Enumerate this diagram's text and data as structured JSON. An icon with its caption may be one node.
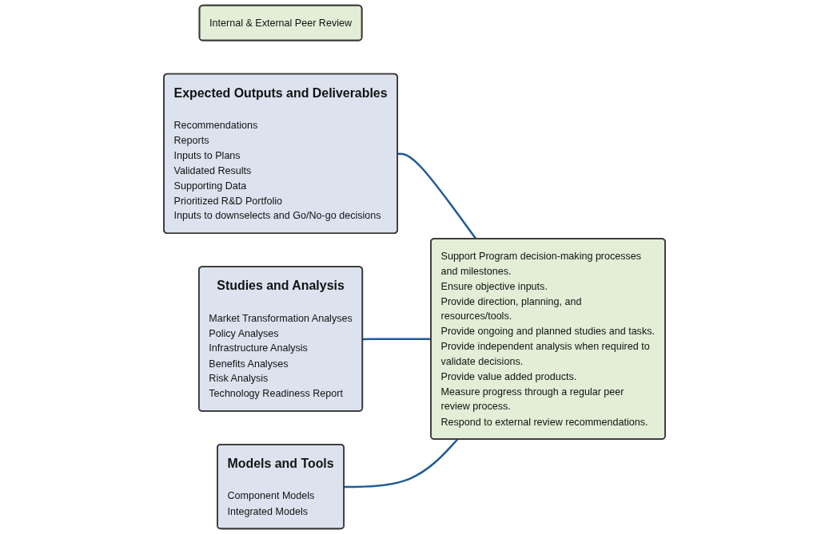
{
  "diagram": {
    "nodes": [
      {
        "text": [
          "Internal & External Peer Review"
        ]
      },
      {
        "text": [
          "Expected Outputs and Deliverables",
          "Recommendations",
          "Reports",
          "Inputs to Plans",
          "Validated Results",
          "Supporting Data",
          "Prioritized R&D Portfolio",
          "Inputs to downselects and Go/No-go decisions"
        ]
      },
      {
        "text": [
          "Studies and Analysis",
          "Market Transformation Analyses",
          "Policy Analyses",
          "Infrastructure Analysis",
          "Benefits Analyses",
          "Risk Analysis",
          "Technology Readiness Report"
        ]
      },
      {
        "text": [
          "Models and Tools",
          "Component Models",
          "Integrated Models"
        ]
      },
      {
        "text": [
          "Support Program decision-making processes and milestones.",
          "Ensure objective inputs.",
          "Provide direction, planning, and resources/tools.",
          "Provide ongoing and planned studies and tasks.",
          "Provide independent analysis when required to validate decisions.",
          "Provide value added products.",
          "Measure progress through a regular peer review process.",
          "Respond to external review recommendations."
        ]
      }
    ],
    "edges": [
      {
        "from": 1,
        "to": 4,
        "arrow": "none"
      },
      {
        "from": 2,
        "to": 4,
        "arrow": "none"
      },
      {
        "from": 3,
        "to": 4,
        "arrow": "none"
      }
    ]
  }
}
